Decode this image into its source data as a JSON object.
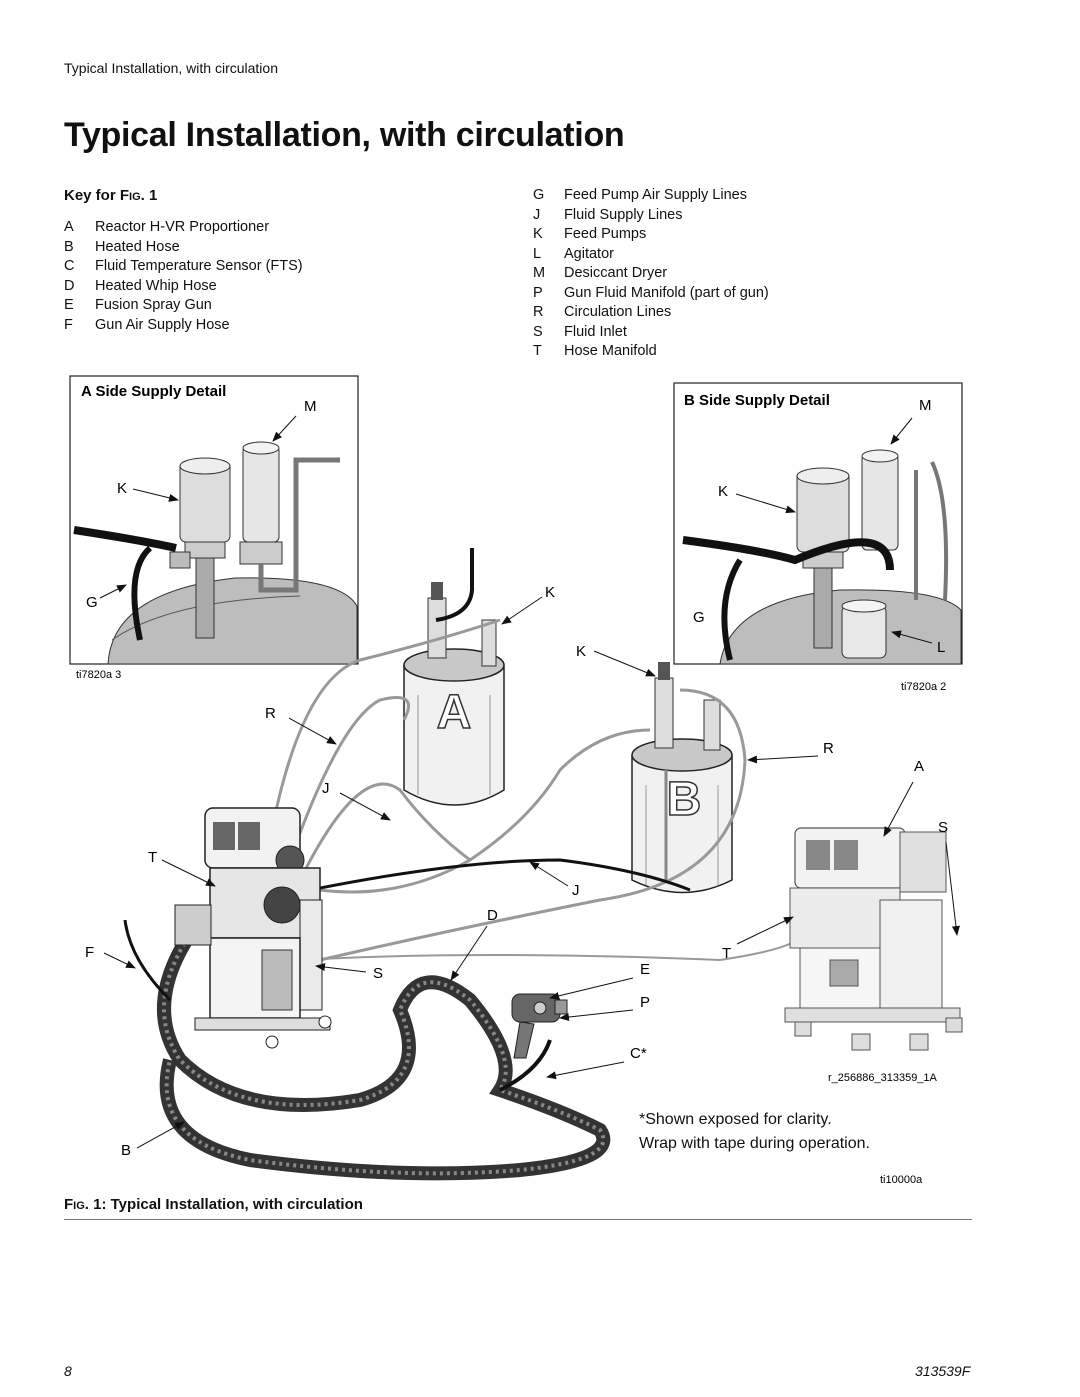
{
  "header": {
    "running_head": "Typical Installation, with circulation"
  },
  "title": "Typical Installation, with circulation",
  "key": {
    "title_prefix": "Key for F",
    "title_smallcaps": "IG",
    "title_suffix": ". 1",
    "left_items": [
      {
        "letter": "A",
        "text": "Reactor H-VR Proportioner"
      },
      {
        "letter": "B",
        "text": "Heated Hose"
      },
      {
        "letter": "C",
        "text": "Fluid Temperature Sensor (FTS)"
      },
      {
        "letter": "D",
        "text": "Heated Whip Hose"
      },
      {
        "letter": "E",
        "text": "Fusion Spray Gun"
      },
      {
        "letter": "F",
        "text": "Gun Air Supply Hose"
      }
    ],
    "right_items": [
      {
        "letter": "G",
        "text": "Feed Pump Air Supply Lines"
      },
      {
        "letter": "J",
        "text": "Fluid Supply Lines"
      },
      {
        "letter": "K",
        "text": "Feed Pumps"
      },
      {
        "letter": "L",
        "text": "Agitator"
      },
      {
        "letter": "M",
        "text": "Desiccant Dryer"
      },
      {
        "letter": "P",
        "text": "Gun Fluid Manifold (part of gun)"
      },
      {
        "letter": "R",
        "text": "Circulation Lines"
      },
      {
        "letter": "S",
        "text": "Fluid Inlet"
      },
      {
        "letter": "T",
        "text": "Hose Manifold"
      }
    ]
  },
  "figure": {
    "a_detail": {
      "title": "A Side Supply Detail",
      "ref": "ti7820a 3"
    },
    "b_detail": {
      "title": "B Side Supply Detail",
      "ref": "ti7820a 2"
    },
    "drum_labels": {
      "a": "A",
      "b": "B"
    },
    "callouts": {
      "M": "M",
      "K": "K",
      "G": "G",
      "L": "L",
      "R": "R",
      "J": "J",
      "T": "T",
      "F": "F",
      "S": "S",
      "B": "B",
      "D": "D",
      "E": "E",
      "P": "P",
      "C": "C*",
      "A": "A"
    },
    "ref_reactor": "r_256886_313359_1A",
    "ref_main": "ti10000a",
    "note_line1": "*Shown exposed for clarity.",
    "note_line2": "Wrap with tape during operation."
  },
  "caption": {
    "prefix": "F",
    "smallcaps": "IG",
    "text": ". 1: Typical Installation, with circulation"
  },
  "footer": {
    "page_number": "8",
    "doc_number": "313539F"
  }
}
